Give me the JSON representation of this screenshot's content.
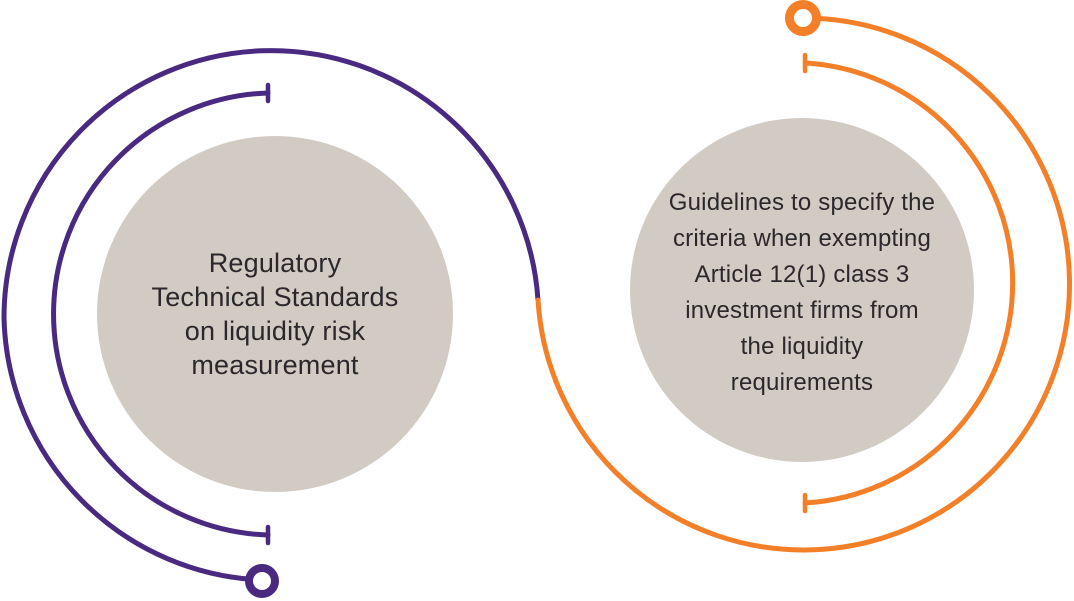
{
  "diagram": {
    "left_node": {
      "label_lines": {
        "0": "Regulatory",
        "1": "Technical Standards",
        "2": "on liquidity risk",
        "3": "measurement"
      },
      "full_text": "Regulatory Technical Standards on liquidity risk measurement"
    },
    "right_node": {
      "label_lines": {
        "0": "Guidelines to specify the",
        "1": "criteria when exempting",
        "2": "Article 12(1) class 3",
        "3": "investment firms from",
        "4": "the liquidity",
        "5": "requirements"
      },
      "full_text": "Guidelines to specify the criteria when exempting Article 12(1) class 3 investment firms from the liquidity requirements"
    }
  },
  "colors": {
    "accent_purple": "#492a80",
    "accent_orange": "#f37f28",
    "node_fill": "#d1cbc3",
    "text_color": "#2b282c",
    "background": "#ffffff",
    "marker_fill": "#ffffff"
  }
}
